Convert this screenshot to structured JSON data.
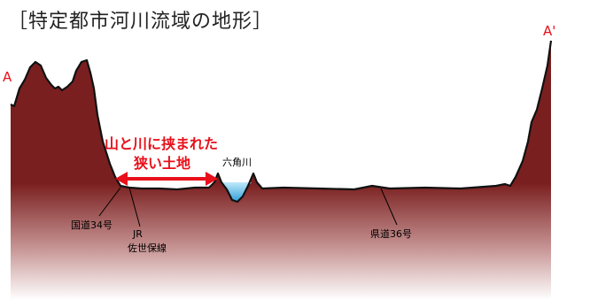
{
  "title": "［特定都市河川流域の地形］",
  "endpoints": {
    "start": "A",
    "end": "A'"
  },
  "highlight": {
    "line1": "山と川に挟まれた",
    "line2": "狭い土地"
  },
  "river_label": "六角川",
  "route34_label": "国道34号",
  "jr_label_line1": "JR",
  "jr_label_line2": "佐世保線",
  "route36_label": "県道36号",
  "colors": {
    "terrain_top": "#7a1f1f",
    "terrain_bottom": "#ffffff",
    "outline": "#111111",
    "accent_red": "#e8101a",
    "water": "#4fb7e6"
  }
}
